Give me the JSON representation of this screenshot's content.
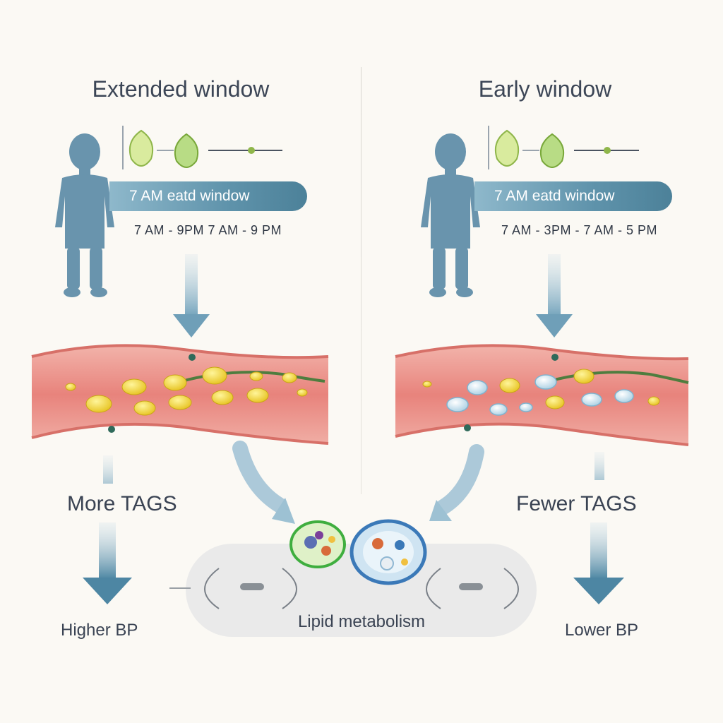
{
  "left": {
    "title": "Extended window",
    "banner": "7 AM eatd window",
    "times": "7 AM - 9PM  7 AM - 9 PM",
    "outcome": "More TAGS",
    "bp": "Higher BP"
  },
  "right": {
    "title": "Early window",
    "banner": "7 AM eatd window",
    "times": "7 AM - 3PM - 7 AM - 5 PM",
    "outcome": "Fewer TAGS",
    "bp": "Lower BP"
  },
  "center": {
    "label": "Lipid metabolism"
  },
  "colors": {
    "background": "#fbf9f4",
    "figure": "#5a8aa6",
    "banner": "#5f93ab",
    "vessel": "#e9867f",
    "lipid": "#f1d83a",
    "arrow": "#4d86a3",
    "text": "#3a4353"
  }
}
